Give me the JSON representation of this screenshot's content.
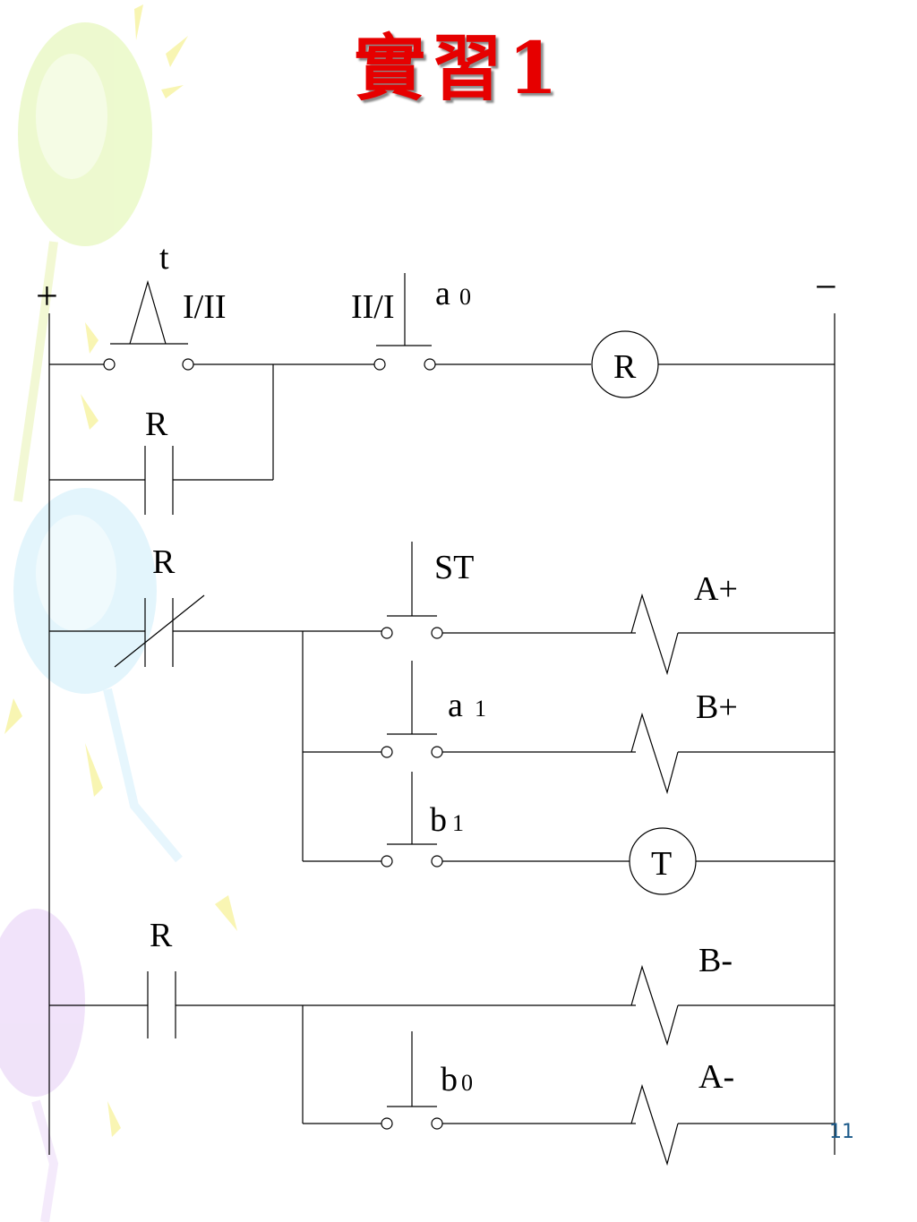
{
  "slide": {
    "title": "實習1",
    "page_number": "11"
  },
  "colors": {
    "title": "#e60000",
    "page_number": "#1b5a8a",
    "wire": "#000000"
  },
  "diagram": {
    "rail_plus": "+",
    "rail_minus": "−",
    "row1": {
      "timer_label": "t",
      "switch1_label": "I/II",
      "switch2_label": "II/I",
      "limit_label": "a",
      "limit_sub": "0",
      "coil": "R"
    },
    "row2": {
      "contact_label": "R"
    },
    "row3": {
      "contact_label": "R",
      "button_label": "ST",
      "solenoid": "A+"
    },
    "row4": {
      "limit_label": "a",
      "limit_sub": "1",
      "solenoid": "B+"
    },
    "row5": {
      "limit_label": "b",
      "limit_sub": "1",
      "coil": "T"
    },
    "row6": {
      "contact_label": "R",
      "solenoid": "B-"
    },
    "row7": {
      "limit_label": "b",
      "limit_sub": "0",
      "solenoid": "A-"
    }
  }
}
